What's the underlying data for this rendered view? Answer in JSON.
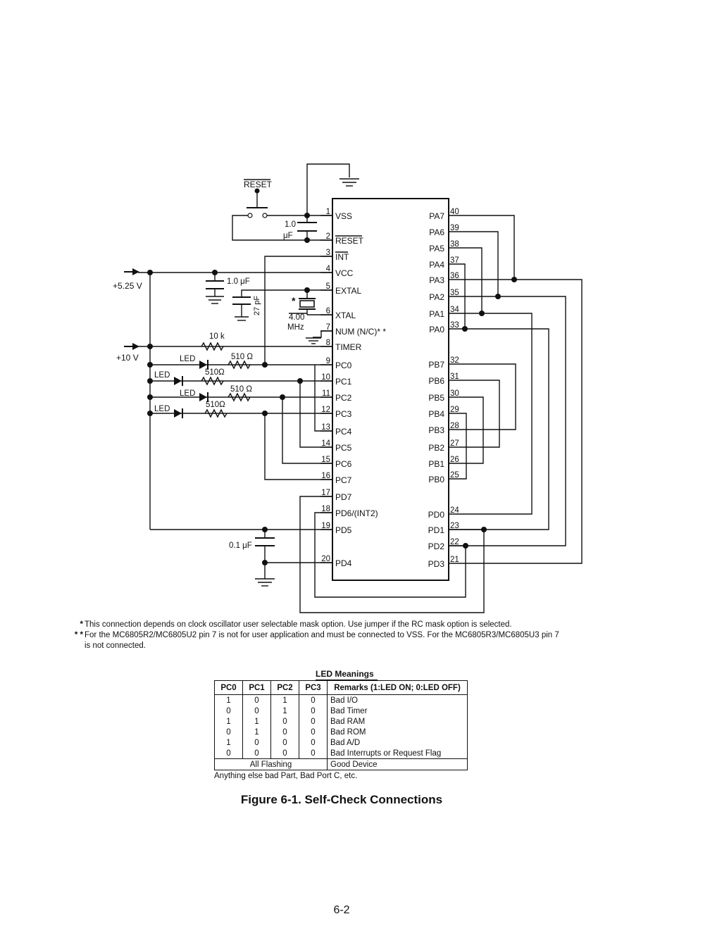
{
  "schematic": {
    "reset_label": "RESET",
    "cap_reset_value": "1.0",
    "cap_reset_unit": "μF",
    "supply_5v": "+5.25 V",
    "supply_10v": "+10 V",
    "cap_vcc": "1.0 μF",
    "cap_osc": "27 pF",
    "crystal_star": "*",
    "crystal_freq": "4.00",
    "crystal_unit": "MHz",
    "res_10k": "10 k",
    "led_label": "LED",
    "res_510": "510 Ω",
    "res_510_b": "510Ω",
    "cap_bypass": "0.1 μF",
    "left_pins": [
      {
        "num": "1",
        "name": "VSS"
      },
      {
        "num": "2",
        "name": "RESET"
      },
      {
        "num": "3",
        "name": "INT"
      },
      {
        "num": "4",
        "name": "VCC"
      },
      {
        "num": "5",
        "name": "EXTAL"
      },
      {
        "num": "6",
        "name": "XTAL"
      },
      {
        "num": "7",
        "name": "NUM (N/C)* *"
      },
      {
        "num": "8",
        "name": "TIMER"
      },
      {
        "num": "9",
        "name": "PC0"
      },
      {
        "num": "10",
        "name": "PC1"
      },
      {
        "num": "11",
        "name": "PC2"
      },
      {
        "num": "12",
        "name": "PC3"
      },
      {
        "num": "13",
        "name": "PC4"
      },
      {
        "num": "14",
        "name": "PC5"
      },
      {
        "num": "15",
        "name": "PC6"
      },
      {
        "num": "16",
        "name": "PC7"
      },
      {
        "num": "17",
        "name": "PD7"
      },
      {
        "num": "18",
        "name": "PD6/(INT2)"
      },
      {
        "num": "19",
        "name": "PD5"
      },
      {
        "num": "20",
        "name": "PD4"
      }
    ],
    "right_pins": [
      {
        "num": "40",
        "name": "PA7"
      },
      {
        "num": "39",
        "name": "PA6"
      },
      {
        "num": "38",
        "name": "PA5"
      },
      {
        "num": "37",
        "name": "PA4"
      },
      {
        "num": "36",
        "name": "PA3"
      },
      {
        "num": "35",
        "name": "PA2"
      },
      {
        "num": "34",
        "name": "PA1"
      },
      {
        "num": "33",
        "name": "PA0"
      },
      {
        "num": "32",
        "name": "PB7"
      },
      {
        "num": "31",
        "name": "PB6"
      },
      {
        "num": "30",
        "name": "PB5"
      },
      {
        "num": "29",
        "name": "PB4"
      },
      {
        "num": "28",
        "name": "PB3"
      },
      {
        "num": "27",
        "name": "PB2"
      },
      {
        "num": "26",
        "name": "PB1"
      },
      {
        "num": "25",
        "name": "PB0"
      },
      {
        "num": "24",
        "name": "PD0"
      },
      {
        "num": "23",
        "name": "PD1"
      },
      {
        "num": "22",
        "name": "PD2"
      },
      {
        "num": "21",
        "name": "PD3"
      }
    ]
  },
  "notes": {
    "note1_mark": "*",
    "note1": "This connection depends on clock oscillator user selectable mask option. Use jumper if the RC mask option is selected.",
    "note2_mark": "* *",
    "note2": "For the MC6805R2/MC6805U2 pin 7 is not for user application and must be connected to VSS. For the MC6805R3/MC6805U3 pin 7",
    "note2_cont": "is not connected."
  },
  "led_table": {
    "title": "LED Meanings",
    "headers": [
      "PC0",
      "PC1",
      "PC2",
      "PC3",
      "Remarks (1:LED ON; 0:LED OFF)"
    ],
    "rows": [
      [
        "1",
        "0",
        "1",
        "0",
        "Bad I/O"
      ],
      [
        "0",
        "0",
        "1",
        "0",
        "Bad Timer"
      ],
      [
        "1",
        "1",
        "0",
        "0",
        "Bad RAM"
      ],
      [
        "0",
        "1",
        "0",
        "0",
        "Bad ROM"
      ],
      [
        "1",
        "0",
        "0",
        "0",
        "Bad A/D"
      ],
      [
        "0",
        "0",
        "0",
        "0",
        "Bad Interrupts or Request Flag"
      ]
    ],
    "footer_left": "All Flashing",
    "footer_right": "Good Device",
    "extra": "Anything else bad Part, Bad Port C, etc."
  },
  "caption": "Figure 6-1. Self-Check Connections",
  "page_number": "6-2"
}
